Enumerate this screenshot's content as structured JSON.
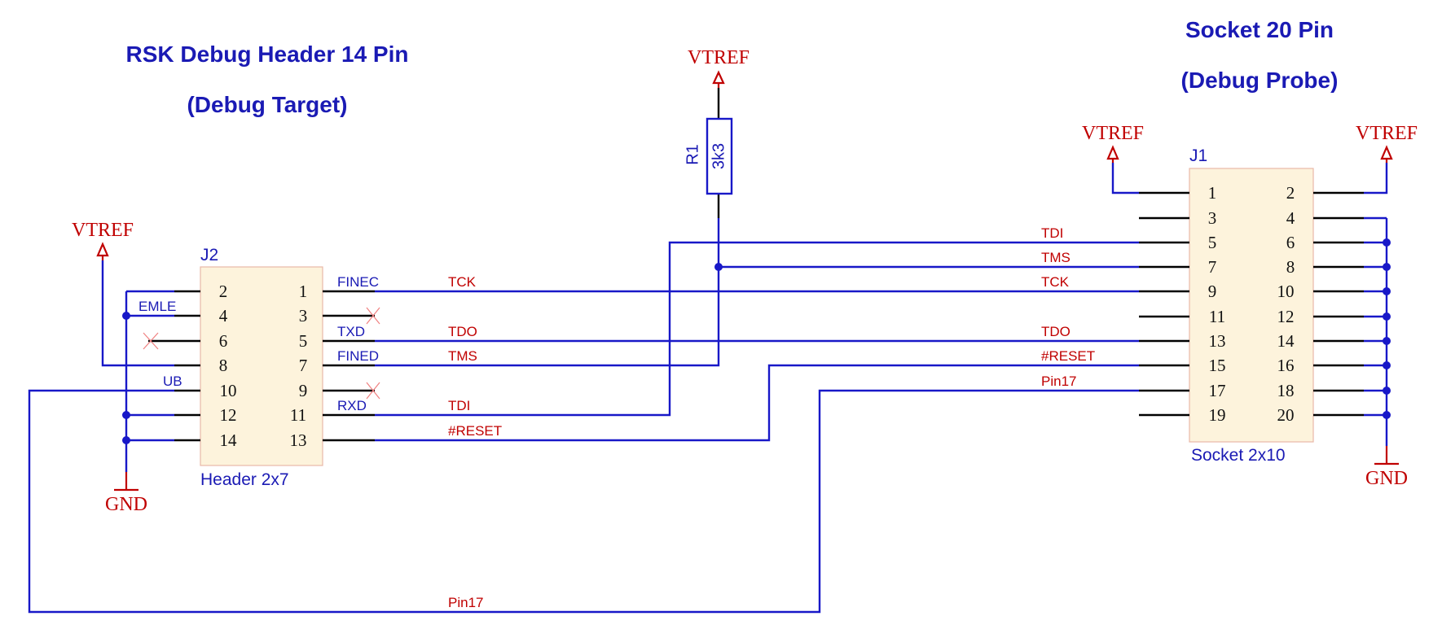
{
  "colors": {
    "wire": "#1818c8",
    "power": "#c00000",
    "title": "#1a1ab4",
    "body": "#fdf3dc",
    "outline": "#e8b8a8",
    "no_connect": "#f08080"
  },
  "titles": {
    "left_line1": "RSK Debug Header 14 Pin",
    "left_line2": "(Debug Target)",
    "right_line1": "Socket 20 Pin",
    "right_line2": "(Debug Probe)"
  },
  "power": {
    "vtref": "VTREF",
    "gnd": "GND"
  },
  "j2": {
    "ref": "J2",
    "value": "Header 2x7",
    "left_pins": [
      "2",
      "4",
      "6",
      "8",
      "10",
      "12",
      "14"
    ],
    "right_pins": [
      "1",
      "3",
      "5",
      "7",
      "9",
      "11",
      "13"
    ],
    "pin_labels": {
      "p2": "",
      "p4": "EMLE",
      "p10": "UB",
      "p1": "FINEC",
      "p5": "TXD",
      "p7": "FINED",
      "p11": "RXD"
    }
  },
  "j1": {
    "ref": "J1",
    "value": "Socket 2x10",
    "left_pins": [
      "1",
      "3",
      "5",
      "7",
      "9",
      "11",
      "13",
      "15",
      "17",
      "19"
    ],
    "right_pins": [
      "2",
      "4",
      "6",
      "8",
      "10",
      "12",
      "14",
      "16",
      "18",
      "20"
    ]
  },
  "r1": {
    "ref": "R1",
    "value": "3k3"
  },
  "nets": {
    "j2_tck": "TCK",
    "j2_tdo": "TDO",
    "j2_tms": "TMS",
    "j2_tdi": "TDI",
    "j2_reset": "#RESET",
    "j1_tdi": "TDI",
    "j1_tms": "TMS",
    "j1_tck": "TCK",
    "j1_tdo": "TDO",
    "j1_reset": "#RESET",
    "j1_pin17": "Pin17",
    "bottom_pin17": "Pin17"
  }
}
